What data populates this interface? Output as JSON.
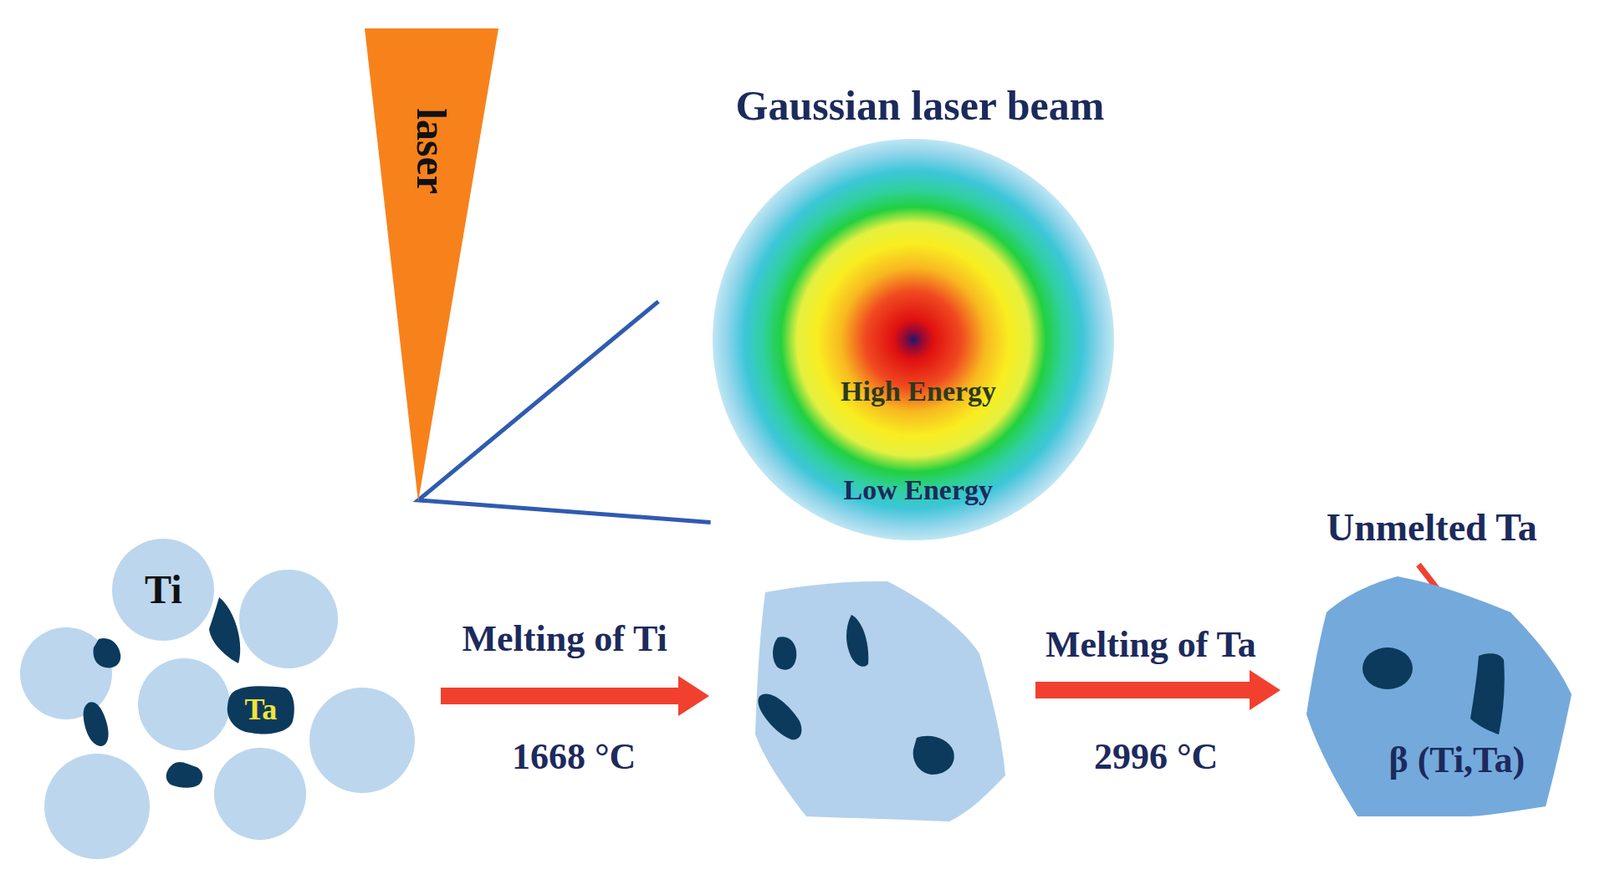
{
  "diagram": {
    "nodes": [
      {
        "text": [
          "laser"
        ]
      },
      {
        "text": [
          "Gaussian laser beam",
          "High Energy",
          "Low Energy"
        ]
      },
      {
        "text": [
          "Ti"
        ]
      },
      {
        "text": [
          "Ta"
        ]
      },
      {
        "text": [
          "β (Ti,Ta)"
        ]
      }
    ],
    "edges": [
      {
        "from": 0,
        "to": 1,
        "arrow": "none"
      }
    ],
    "labels": [
      "Melting of Ti",
      "1668 °C",
      "Melting of Ta",
      "2996 °C",
      "Unmelted Ta"
    ]
  }
}
